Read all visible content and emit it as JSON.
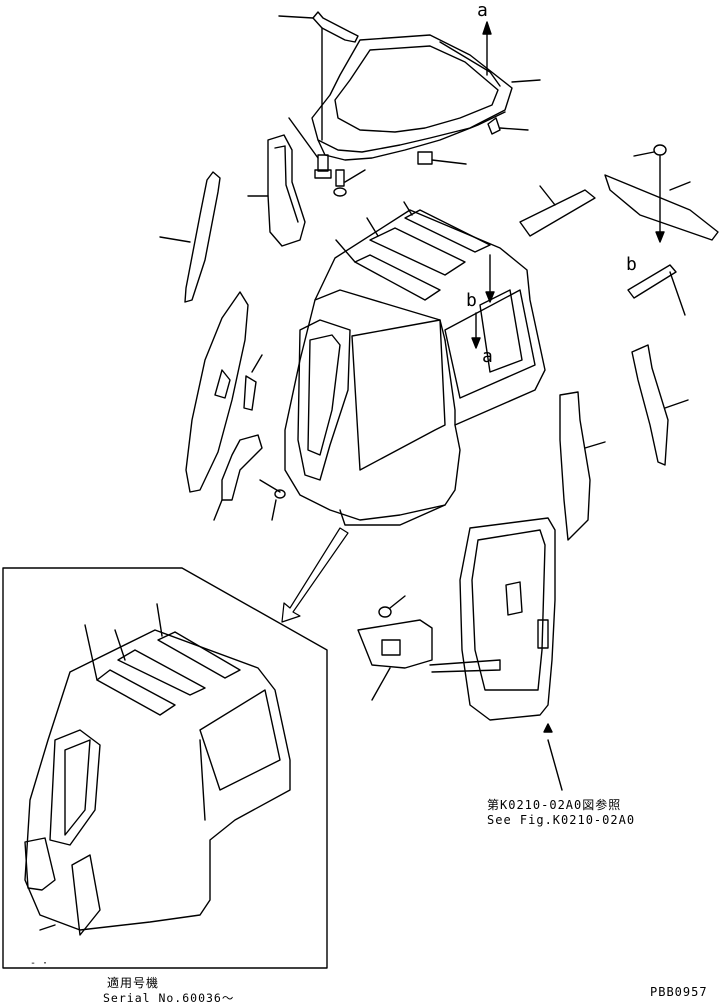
{
  "callouts": {
    "a_top": "a",
    "a_mid": "a",
    "b_right": "b",
    "b_mid": "b"
  },
  "reference": {
    "jp": "第K0210-02A0図参照",
    "en": "See Fig.K0210-02A0"
  },
  "serial": {
    "jp": "適用号機",
    "en": "Serial No.60036～"
  },
  "drawing_code": "PBB0957",
  "inset_mark": "- ·"
}
